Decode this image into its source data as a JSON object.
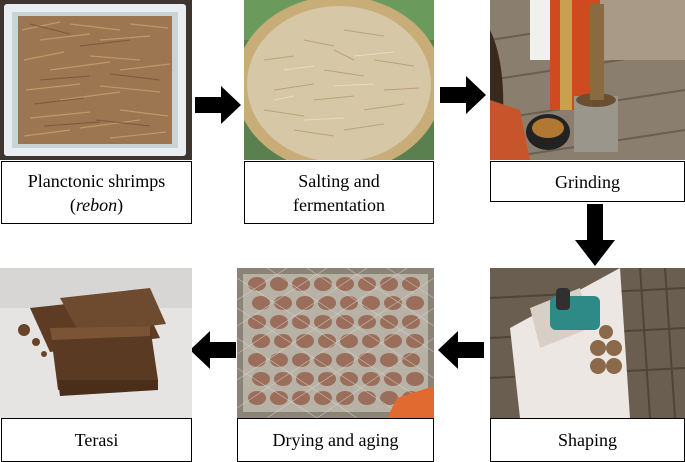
{
  "steps": [
    {
      "id": "shrimps",
      "label_line1": "Planctonic shrimps",
      "label_line2_open": "(",
      "label_line2_italic": "rebon",
      "label_line2_close": ")"
    },
    {
      "id": "salting",
      "label_line1": "Salting and",
      "label_line2": "fermentation"
    },
    {
      "id": "grinding",
      "label": "Grinding"
    },
    {
      "id": "shaping",
      "label": "Shaping"
    },
    {
      "id": "drying",
      "label": "Drying and aging"
    },
    {
      "id": "terasi",
      "label": "Terasi"
    }
  ],
  "colors": {
    "arrow": "#000000",
    "border": "#000000",
    "background": "#ffffff"
  },
  "icons": [
    "arrow-right-icon",
    "arrow-down-icon",
    "arrow-left-icon"
  ]
}
